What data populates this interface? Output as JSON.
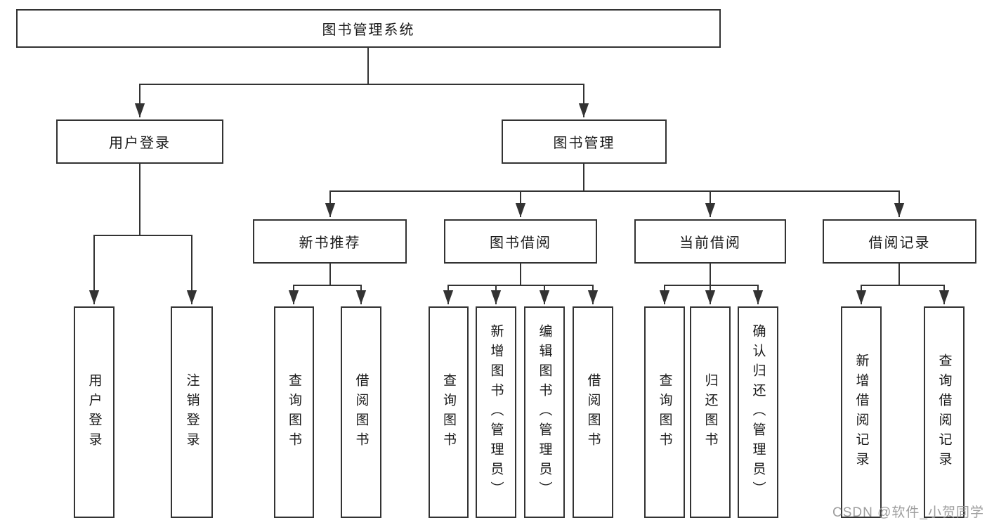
{
  "tree": {
    "root": {
      "label": "图书管理系统"
    },
    "branches": [
      {
        "label": "用户登录",
        "leaves": [
          "用户登录",
          "注销登录"
        ]
      },
      {
        "label": "图书管理",
        "groups": [
          {
            "label": "新书推荐",
            "leaves": [
              "查询图书",
              "借阅图书"
            ]
          },
          {
            "label": "图书借阅",
            "leaves": [
              "查询图书",
              "新增图书（管理员）",
              "编辑图书（管理员）",
              "借阅图书"
            ]
          },
          {
            "label": "当前借阅",
            "leaves": [
              "查询图书",
              "归还图书",
              "确认归还（管理员）"
            ]
          },
          {
            "label": "借阅记录",
            "leaves": [
              "新增借阅记录",
              "查询借阅记录"
            ]
          }
        ]
      }
    ]
  },
  "watermark": {
    "text": "CSDN @软件_小贺同学"
  },
  "colors": {
    "line": "#333333",
    "box_border": "#333333",
    "text": "#1a1a1a",
    "watermark": "#969696",
    "background": "#ffffff"
  }
}
